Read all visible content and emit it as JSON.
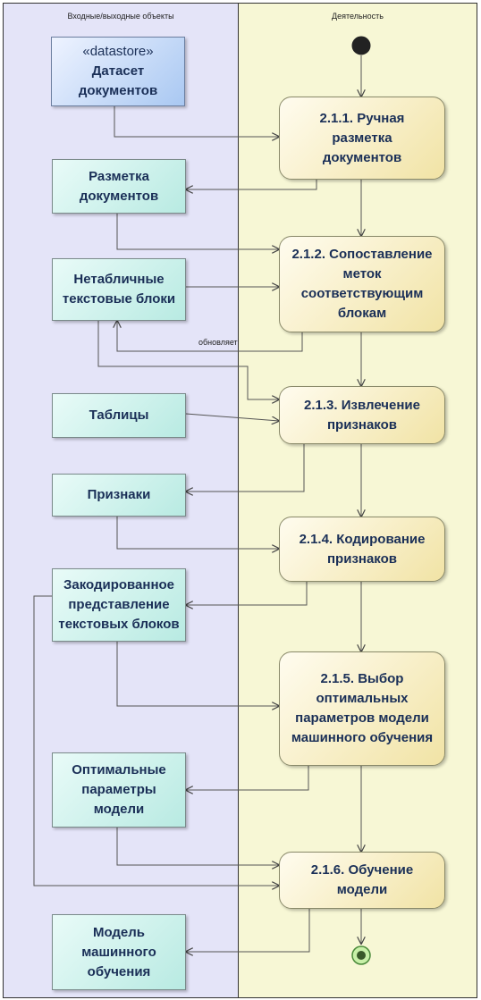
{
  "lanes": {
    "left_title": "Входные/выходные объекты",
    "right_title": "Деятельность"
  },
  "datastore": {
    "stereotype": "«datastore»",
    "line1": "Датасет",
    "line2": "документов"
  },
  "objects": {
    "markup": [
      "Разметка",
      "документов"
    ],
    "blocks": [
      "Нетабличные",
      "текстовые блоки"
    ],
    "tables": [
      "Таблицы"
    ],
    "features": [
      "Признаки"
    ],
    "encoded": [
      "Закодированное",
      "представление",
      "текстовых блоков"
    ],
    "params": [
      "Оптимальные",
      "параметры",
      "модели"
    ],
    "model": [
      "Модель",
      "машинного",
      "обучения"
    ]
  },
  "activities": {
    "a1": [
      "2.1.1. Ручная",
      "разметка",
      "документов"
    ],
    "a2": [
      "2.1.2. Сопоставление",
      "меток",
      "соответствующим",
      "блокам"
    ],
    "a3": [
      "2.1.3. Извлечение",
      "признаков"
    ],
    "a4": [
      "2.1.4. Кодирование",
      "признаков"
    ],
    "a5": [
      "2.1.5. Выбор",
      "оптимальных",
      "параметров модели",
      "машинного обучения"
    ],
    "a6": [
      "2.1.6. Обучение",
      "модели"
    ]
  },
  "edge_labels": {
    "updates": "обновляет"
  }
}
